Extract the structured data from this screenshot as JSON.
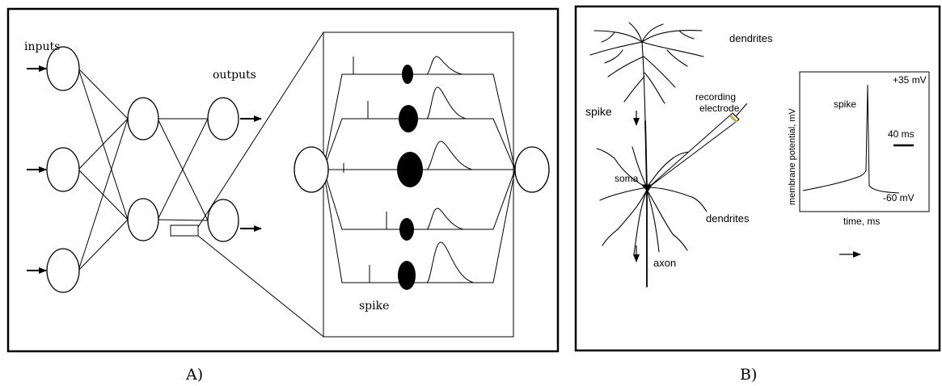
{
  "panel_a": {
    "caption": "A)",
    "labels": {
      "inputs": "inputs",
      "outputs": "outputs",
      "spike": "spike"
    }
  },
  "panel_b": {
    "caption": "B)",
    "labels": {
      "dendrites_top": "dendrites",
      "dendrites_bottom": "dendrites",
      "spike": "spike",
      "recording_electrode_line1": "recording",
      "recording_electrode_line2": "electrode",
      "soma": "soma",
      "axon": "axon"
    },
    "trace": {
      "peak_label": "+35 mV",
      "rest_label": "-60 mV",
      "spike_label": "spike",
      "scale_label": "40 ms",
      "y_axis_label": "membrane potential, mV",
      "x_axis_label": "time, ms"
    }
  }
}
